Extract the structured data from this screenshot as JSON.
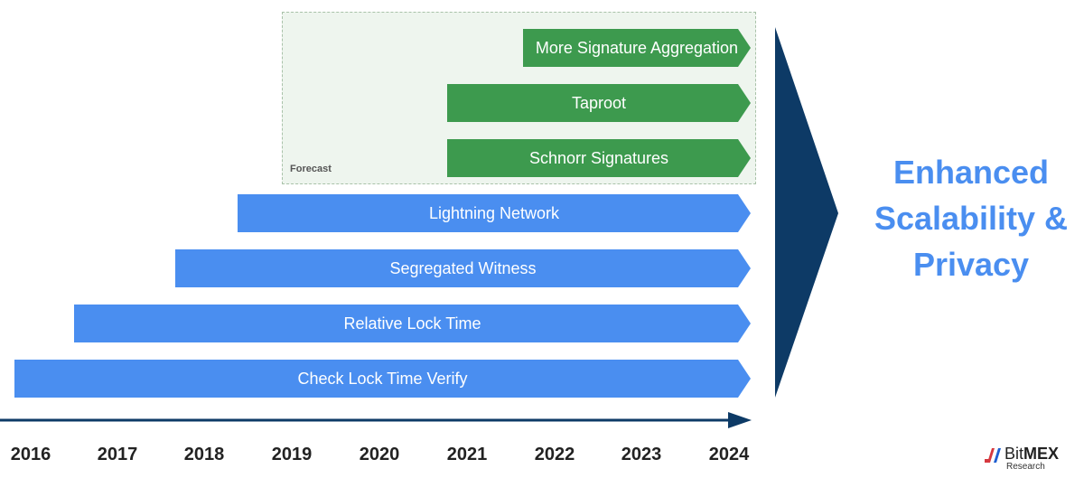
{
  "forecast": {
    "label": "Forecast"
  },
  "upgrades": [
    {
      "label": "More Signature Aggregation",
      "status": "forecast",
      "start_year": 2021.7
    },
    {
      "label": "Taproot",
      "status": "forecast",
      "start_year": 2020.8
    },
    {
      "label": "Schnorr Signatures",
      "status": "forecast",
      "start_year": 2020.8
    },
    {
      "label": "Lightning Network",
      "status": "active",
      "start_year": 2018.4
    },
    {
      "label": "Segregated Witness",
      "status": "active",
      "start_year": 2017.65
    },
    {
      "label": "Relative Lock Time",
      "status": "active",
      "start_year": 2016.5
    },
    {
      "label": "Check Lock Time Verify",
      "status": "active",
      "start_year": 2015.85
    }
  ],
  "summary": {
    "lines": [
      "Enhanced",
      "Scalability &",
      "Privacy"
    ]
  },
  "years": [
    "2016",
    "2017",
    "2018",
    "2019",
    "2020",
    "2021",
    "2022",
    "2023",
    "2024"
  ],
  "logo": {
    "name_a": "Bit",
    "name_b": "MEX",
    "subtitle": "Research"
  },
  "colors": {
    "forecast_bar": "#3d9a4e",
    "active_bar": "#4a8ef0",
    "chevron": "#0d3a66",
    "axis": "#0d3a66"
  }
}
